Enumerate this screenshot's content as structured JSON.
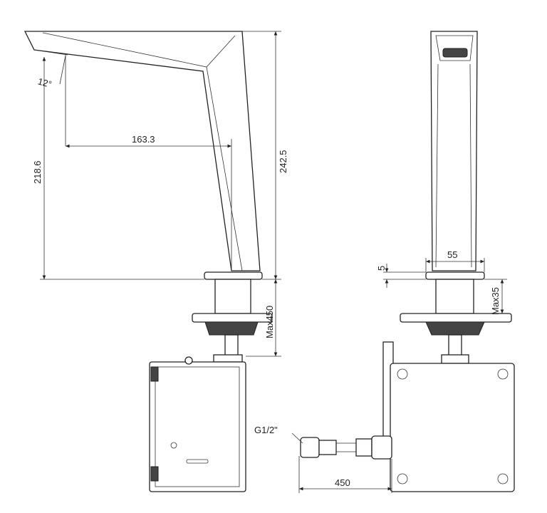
{
  "dimensions": {
    "angle": "12°",
    "reach": "163.3",
    "outlet_height": "218.6",
    "total_height": "242.5",
    "max_side": "Max450",
    "base_width": "55",
    "base_thickness": "5",
    "max_deck": "Max35",
    "thread": "G1/2\"",
    "hose_length": "450"
  }
}
